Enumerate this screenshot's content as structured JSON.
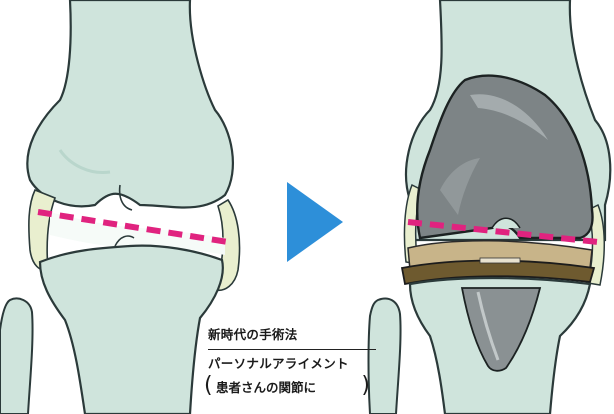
{
  "colors": {
    "bone": "#cfe4dc",
    "bone_outline": "#2b3a3a",
    "meniscus": "#e9efcf",
    "alignment_line": "#e0237f",
    "arrow": "#2d8fd9",
    "implant_metal": "#7d8486",
    "implant_tray": "#6e5a2f"
  },
  "icons": {
    "transition_arrow": "arrow-right-icon"
  },
  "caption": {
    "heading": "新時代の手術法",
    "subheading": "パーソナルアライメント",
    "note": "患者さんの関節に"
  }
}
